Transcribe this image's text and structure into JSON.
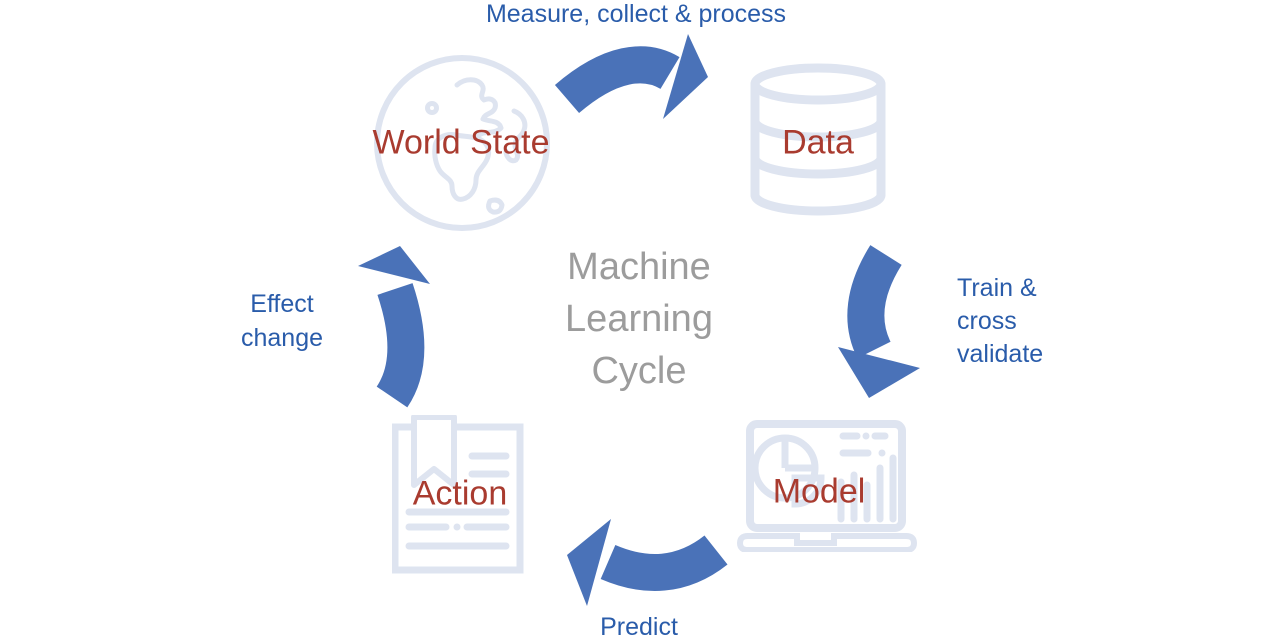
{
  "diagram": {
    "center_title": {
      "text": "Machine Learning Cycle",
      "lines": [
        "Machine",
        "Learning",
        "Cycle"
      ]
    },
    "nodes": {
      "world_state": {
        "label": "World State",
        "icon": "globe-icon"
      },
      "data": {
        "label": "Data",
        "icon": "database-icon"
      },
      "model": {
        "label": "Model",
        "icon": "laptop-analytics-icon"
      },
      "action": {
        "label": "Action",
        "icon": "document-icon"
      }
    },
    "edges": {
      "measure": {
        "from": "World State",
        "to": "Data",
        "label": "Measure, collect & process",
        "lines": [
          "Measure, collect & process"
        ],
        "arrow_direction": "right"
      },
      "train": {
        "from": "Data",
        "to": "Model",
        "label": "Train & cross validate",
        "lines": [
          "Train &",
          "cross",
          "validate"
        ],
        "arrow_direction": "down"
      },
      "predict": {
        "from": "Model",
        "to": "Action",
        "label": "Predict",
        "lines": [
          "Predict"
        ],
        "arrow_direction": "left"
      },
      "effect": {
        "from": "Action",
        "to": "World State",
        "label": "Effect change",
        "lines": [
          "Effect",
          "change"
        ],
        "arrow_direction": "up"
      }
    },
    "colors": {
      "arrow": "#4a72b8",
      "edge_label": "#2a5caa",
      "node_label": "#a93b2f",
      "center_text": "#9c9c9c",
      "icon": "#dee4f0"
    }
  }
}
